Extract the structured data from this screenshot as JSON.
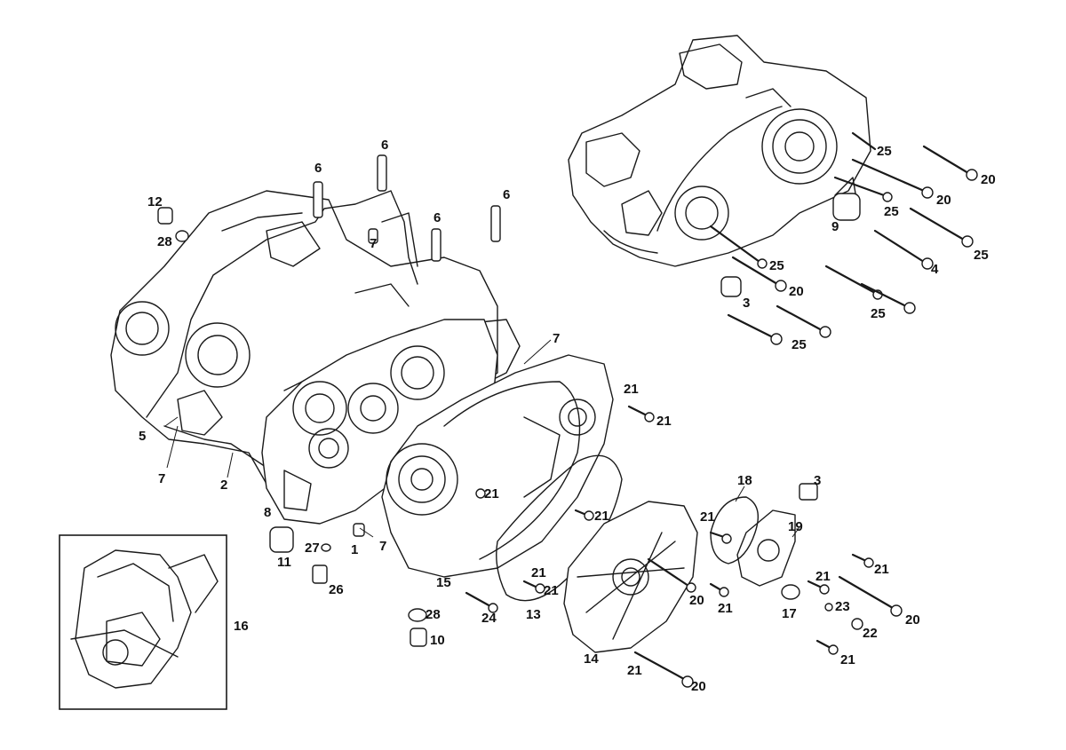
{
  "callouts": {
    "c1": "1",
    "c2": "2",
    "c3a": "3",
    "c3b": "3",
    "c4": "4",
    "c5": "5",
    "c6a": "6",
    "c6b": "6",
    "c6c": "6",
    "c6d": "6",
    "c7a": "7",
    "c7b": "7",
    "c7c": "7",
    "c7d": "7",
    "c8": "8",
    "c9": "9",
    "c10": "10",
    "c11": "11",
    "c12": "12",
    "c13": "13",
    "c14": "14",
    "c15": "15",
    "c16": "16",
    "c17": "17",
    "c18": "18",
    "c19": "19",
    "c20a": "20",
    "c20b": "20",
    "c20c": "20",
    "c20d": "20",
    "c20e": "20",
    "c20f": "20",
    "c21a": "21",
    "c21b": "21",
    "c21c": "21",
    "c21d": "21",
    "c21e": "21",
    "c21f": "21",
    "c21g": "21",
    "c21h": "21",
    "c21i": "21",
    "c21j": "21",
    "c21k": "21",
    "c21l": "21",
    "c22": "22",
    "c23": "23",
    "c24": "24",
    "c25a": "25",
    "c25b": "25",
    "c25c": "25",
    "c25d": "25",
    "c25e": "25",
    "c25f": "25",
    "c26": "26",
    "c27": "27",
    "c28a": "28",
    "c28b": "28"
  }
}
